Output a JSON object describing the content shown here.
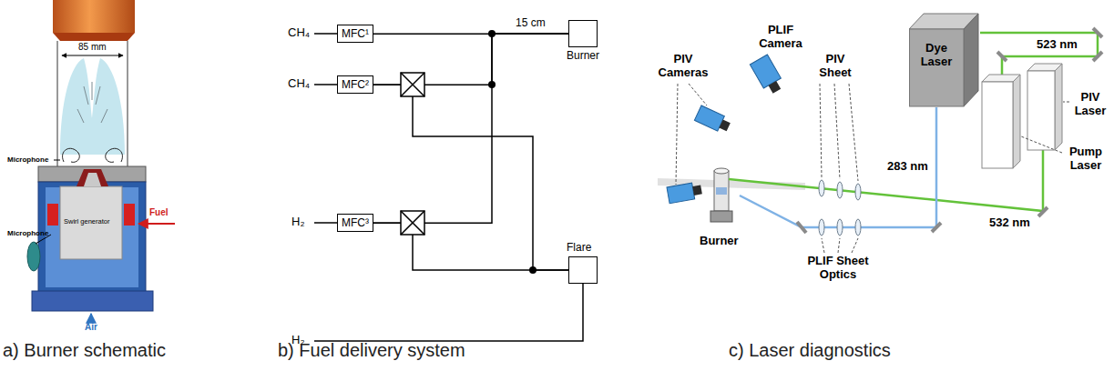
{
  "diagram": {
    "nodes": [
      {
        "text": [
          "MFC¹"
        ]
      },
      {
        "text": [
          "Burner"
        ]
      },
      {
        "text": [
          "MFC²"
        ]
      },
      {
        "text": [
          "MFC³"
        ]
      },
      {
        "text": [
          "Flare"
        ]
      },
      {
        "text": [
          "Dye Laser"
        ]
      }
    ],
    "edges": [
      {
        "from": 0,
        "to": 1,
        "arrow": "none"
      },
      {
        "from": 2,
        "to": 1,
        "arrow": "none"
      },
      {
        "from": 2,
        "to": 4,
        "arrow": "none"
      },
      {
        "from": 3,
        "to": 1,
        "arrow": "none"
      },
      {
        "from": 3,
        "to": 4,
        "arrow": "none"
      }
    ],
    "labels": [
      "85 mm",
      "Microphone",
      "Swirl generator",
      "Fuel",
      "Microphone",
      "Air",
      "a) Burner schematic",
      "CH₄",
      "15 cm",
      "CH₄",
      "H₂",
      "H₂",
      "b) Fuel delivery system",
      "PIV Cameras",
      "PLIF Camera",
      "PIV Sheet",
      "523 nm",
      "PIV Laser",
      "Pump Laser",
      "283 nm",
      "532 nm",
      "Burner",
      "PLIF Sheet Optics",
      "c) Laser diagnostics"
    ]
  }
}
